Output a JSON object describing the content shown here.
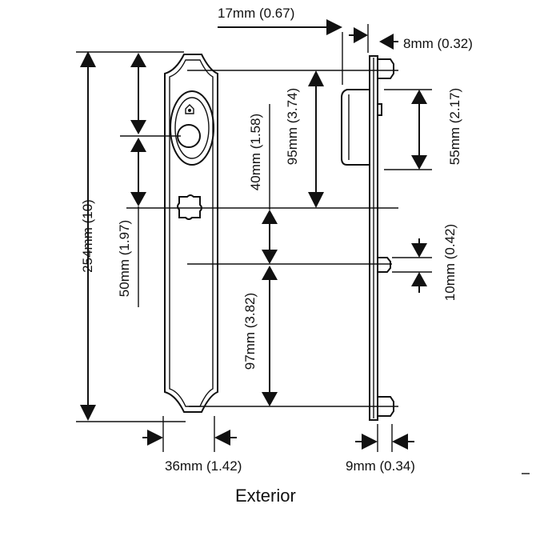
{
  "caption": "Exterior",
  "colors": {
    "ink": "#111111",
    "background": "#ffffff"
  },
  "dimensions": {
    "top_offset": "17mm (0.67)",
    "top_depth": "8mm (0.32)",
    "overall_height": "254mm (10)",
    "knob_to_lever": "50mm (1.97)",
    "knob_spacing": "40mm (1.58)",
    "handle_span": "95mm (3.74)",
    "lower_span": "97mm (3.82)",
    "knob_height": "55mm (2.17)",
    "screw_height": "10mm (0.42)",
    "plate_width": "36mm (1.42)",
    "plate_depth": "9mm (0.34)"
  }
}
